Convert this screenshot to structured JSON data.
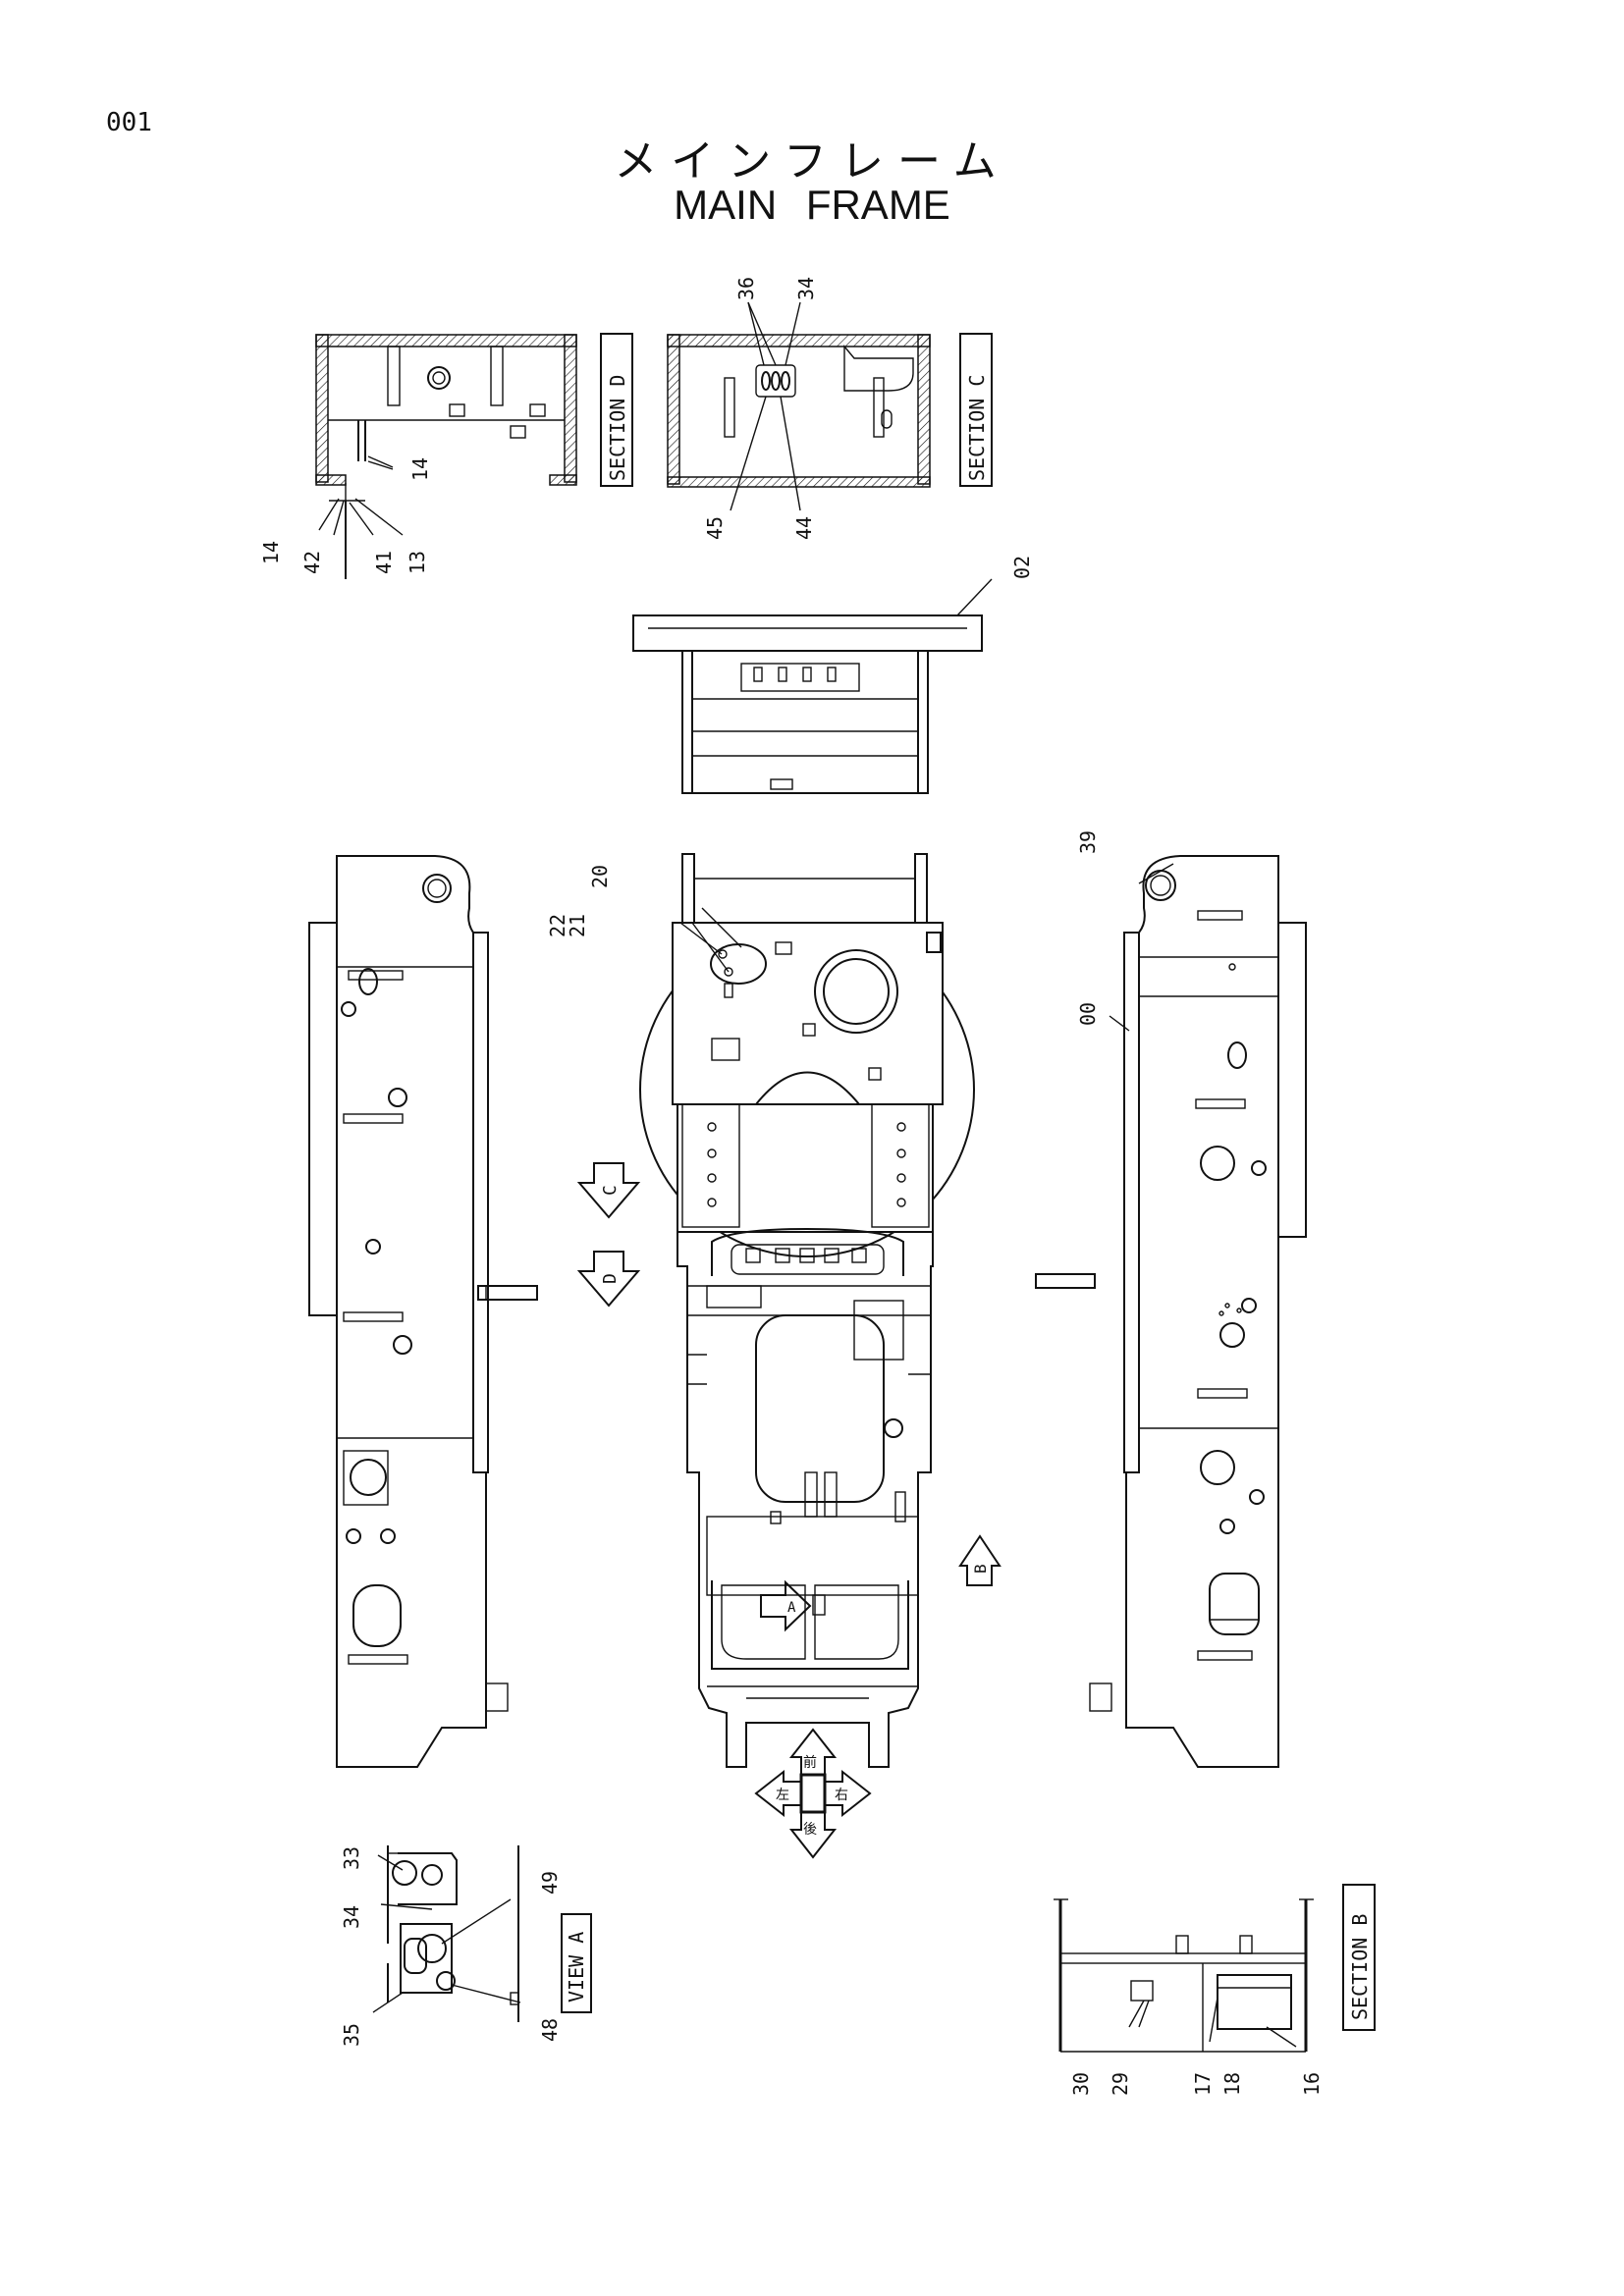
{
  "page_number": "001",
  "title_jp": "メインフレーム",
  "title_en": "MAIN FRAME",
  "section_labels": {
    "section_d": "SECTION D",
    "section_c": "SECTION C",
    "section_b": "SECTION B",
    "view_a": "VIEW A"
  },
  "callouts": {
    "sd_14_upper": "14",
    "sd_14_lower": "14",
    "sd_42": "42",
    "sd_41": "41",
    "sd_13": "13",
    "sc_36": "36",
    "sc_34": "34",
    "sc_45": "45",
    "sc_44": "44",
    "top_02": "02",
    "plan_20": "20",
    "plan_22": "22",
    "plan_21": "21",
    "right_39": "39",
    "right_00": "00",
    "va_33": "33",
    "va_34": "34",
    "va_35": "35",
    "va_49": "49",
    "va_48": "48",
    "sb_30": "30",
    "sb_29": "29",
    "sb_17": "17",
    "sb_18": "18",
    "sb_16": "16"
  },
  "view_arrows": {
    "c": "C",
    "d": "D",
    "b": "B",
    "a": "A"
  },
  "compass": {
    "up": "前",
    "right": "右",
    "down": "後",
    "left": "左"
  }
}
